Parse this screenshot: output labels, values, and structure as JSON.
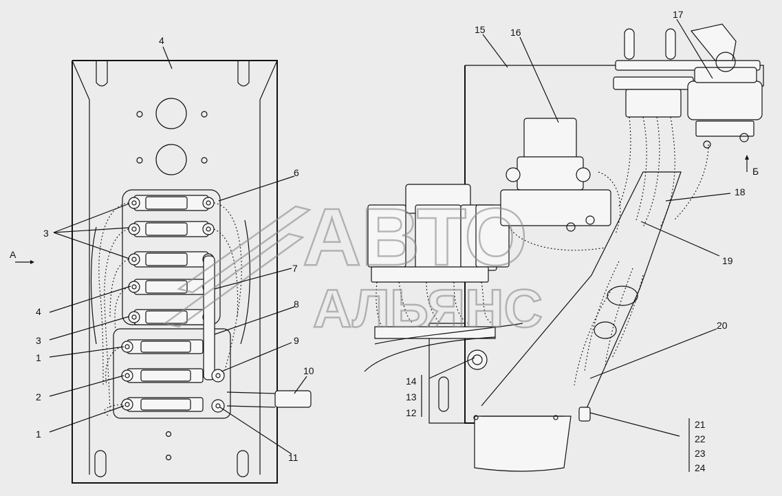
{
  "diagram": {
    "callouts": {
      "n1a": "1",
      "n1b": "1",
      "n2": "2",
      "n3a": "3",
      "n3b": "3",
      "n4a": "4",
      "n4b": "4",
      "n6": "6",
      "n7": "7",
      "n8": "8",
      "n9": "9",
      "n10": "10",
      "n11": "11",
      "n12": "12",
      "n13": "13",
      "n14": "14",
      "n15": "15",
      "n16": "16",
      "n17": "17",
      "n18": "18",
      "n19": "19",
      "n20": "20",
      "n21": "21",
      "n22": "22",
      "n23": "23",
      "n24": "24"
    },
    "view_a": "А",
    "view_b": "Б",
    "watermark_top": "АВТО",
    "watermark_bottom": "АЛЬЯНС"
  }
}
